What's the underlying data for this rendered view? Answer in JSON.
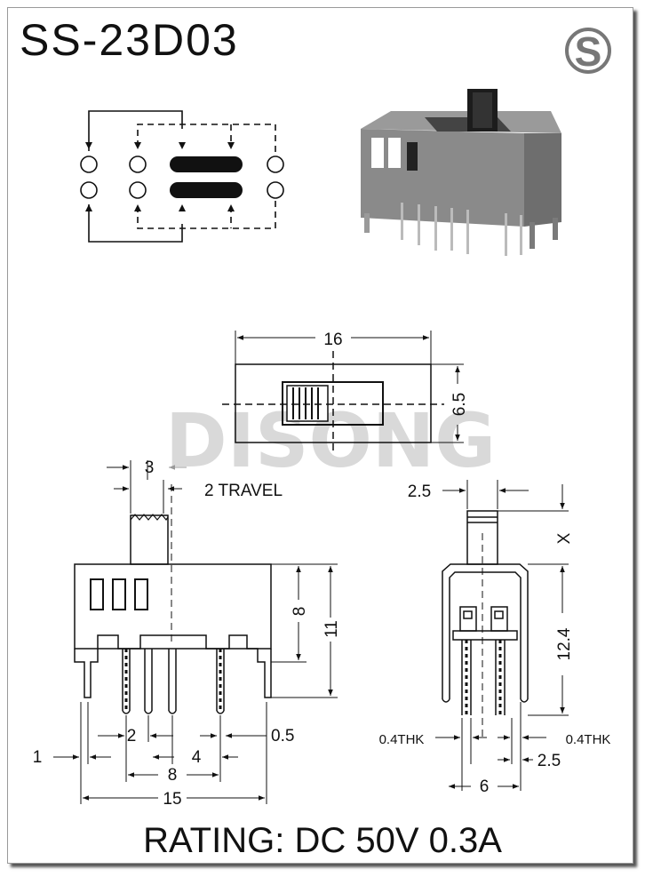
{
  "title": "SS-23D03",
  "logo_letter": "S",
  "watermark": "DISONG",
  "rating": "RATING: DC 50V 0.3A",
  "top_view": {
    "width": "16",
    "height": "6.5"
  },
  "side_view": {
    "knob_width": "3",
    "travel": "2 TRAVEL",
    "body_height": "8",
    "total_height": "11",
    "pin_offset": "1",
    "pin_pitch": "2",
    "center_pitch": "4",
    "span_inner": "8",
    "span_total": "15",
    "pin_thk": "0.5"
  },
  "end_view": {
    "knob_width": "2.5",
    "knob_height": "X",
    "body_height": "12.4",
    "thk_left": "0.4THK",
    "thk_right": "0.4THK",
    "pin_offset": "2.5",
    "width": "6"
  }
}
